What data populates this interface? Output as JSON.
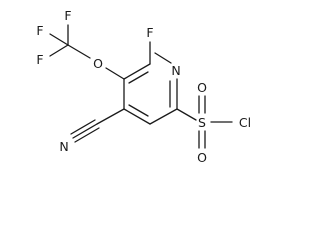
{
  "molecule": {
    "ring_nitrogen": "N",
    "fluorine_ring": "F",
    "oxygen_ether": "O",
    "trifluoromethyl_f1": "F",
    "trifluoromethyl_f2": "F",
    "trifluoromethyl_f3": "F",
    "sulfur": "S",
    "sulfonyl_o_top": "O",
    "sulfonyl_o_bottom": "O",
    "chlorine": "Cl",
    "nitrile_n": "N"
  },
  "colors": {
    "ink": "#1a1a1a",
    "background": "#ffffff"
  }
}
